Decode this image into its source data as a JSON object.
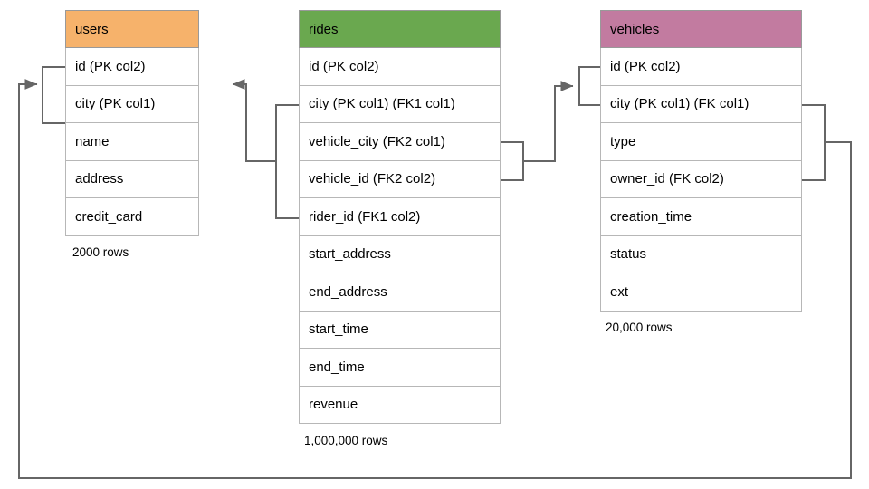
{
  "diagram": {
    "title": "Database schema relationship diagram",
    "type": "er-diagram",
    "background": "#ffffff",
    "edge_color": "#666666"
  },
  "entities": [
    {
      "id": "users",
      "name": "users",
      "header_color": "#f6b26b",
      "footnote": "2000 rows",
      "fields": [
        {
          "label": "id (PK col2)"
        },
        {
          "label": "city (PK col1)"
        },
        {
          "label": "name"
        },
        {
          "label": "address"
        },
        {
          "label": "credit_card"
        }
      ]
    },
    {
      "id": "rides",
      "name": "rides",
      "header_color": "#6aa84f",
      "footnote": "1,000,000 rows",
      "fields": [
        {
          "label": "id (PK col2)"
        },
        {
          "label": "city (PK col1) (FK1 col1)"
        },
        {
          "label": "vehicle_city (FK2 col1)"
        },
        {
          "label": "vehicle_id (FK2 col2)"
        },
        {
          "label": "rider_id (FK1 col2)"
        },
        {
          "label": "start_address"
        },
        {
          "label": "end_address"
        },
        {
          "label": "start_time"
        },
        {
          "label": "end_time"
        },
        {
          "label": "revenue"
        }
      ]
    },
    {
      "id": "vehicles",
      "name": "vehicles",
      "header_color": "#c27ba0",
      "footnote": "20,000 rows",
      "fields": [
        {
          "label": "id (PK col2)"
        },
        {
          "label": "city (PK col1) (FK col1)"
        },
        {
          "label": "type"
        },
        {
          "label": "owner_id (FK col2)"
        },
        {
          "label": "creation_time"
        },
        {
          "label": "status"
        },
        {
          "label": "ext"
        }
      ]
    }
  ],
  "relationships": [
    {
      "id": "fk1-rides-users",
      "from": "rides.city + rides.rider_id",
      "to": "users.id + users.city",
      "arrow": "left"
    },
    {
      "id": "fk2-rides-vehicles",
      "from": "rides.vehicle_city + rides.vehicle_id",
      "to": "vehicles.id + vehicles.city",
      "arrow": "right"
    },
    {
      "id": "fk-vehicles-users",
      "from": "vehicles.city + vehicles.owner_id",
      "to": "users.id + users.city",
      "arrow": "right"
    }
  ]
}
